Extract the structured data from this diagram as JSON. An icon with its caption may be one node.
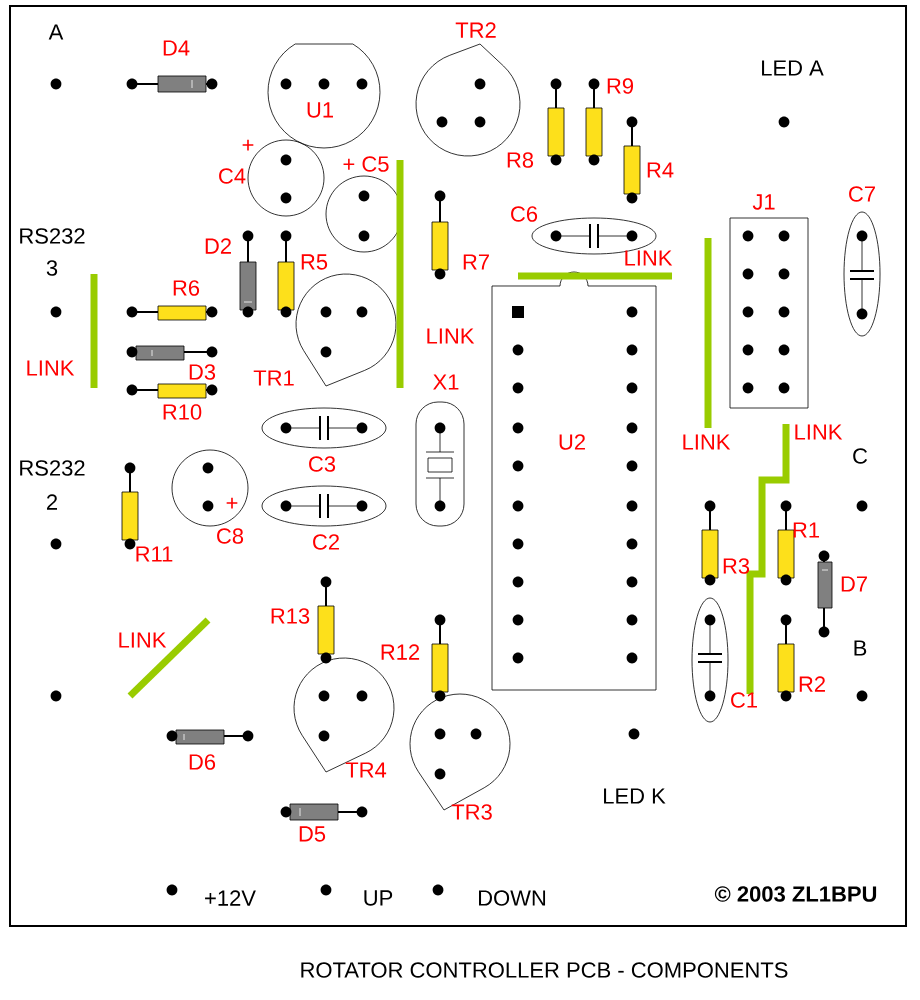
{
  "diagram": {
    "caption": "ROTATOR CONTROLLER PCB - COMPONENTS",
    "labels": [
      "A",
      "TR2",
      "D4",
      "LED A",
      "R9",
      "U1",
      "+",
      "R8",
      "+ C5",
      "R4",
      "C4",
      "J1",
      "C7",
      "C6",
      "RS232",
      "D2",
      "LINK",
      "R5",
      "R7",
      "3",
      "R6",
      "LINK",
      "LINK",
      "D3",
      "TR1",
      "X1",
      "R10",
      "LINK",
      "LINK",
      "U2",
      "C",
      "C3",
      "RS232",
      "2",
      "+",
      "R1",
      "C8",
      "C2",
      "R11",
      "R3",
      "D7",
      "R13",
      "LINK",
      "B",
      "R12",
      "R2",
      "C1",
      "D6",
      "TR4",
      "LED K",
      "TR3",
      "D5",
      "© 2003 ZL1BPU",
      "+12V",
      "UP",
      "DOWN"
    ]
  }
}
